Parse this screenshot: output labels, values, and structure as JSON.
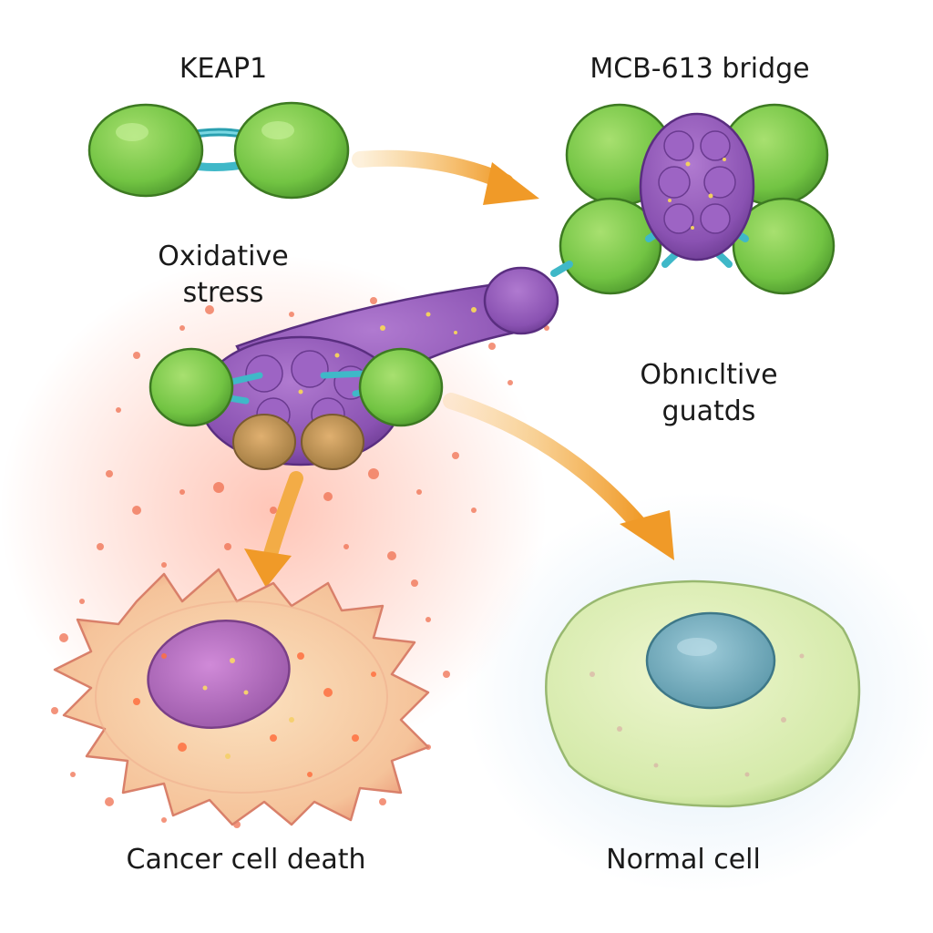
{
  "labels": {
    "keap1": "KEAP1",
    "bridge": "MCB-613 bridge",
    "stress_line1": "Oxidative",
    "stress_line2": "stress",
    "obj_line1": "Obnıcltive",
    "obj_line2": "guatds",
    "cancer": "Cancer cell death",
    "normal": "Normal cell"
  },
  "colors": {
    "keap1_green": "#7fcf4a",
    "bridge_purple": "#8e55b5",
    "linker_cyan": "#3fb8c8",
    "arrow_orange": "#f0a030",
    "stress_red": "#f06a50",
    "cancer_cell": "#f5c9a0",
    "cancer_nucleus": "#b068b8",
    "normal_cell": "#d8ecb0",
    "normal_nucleus": "#6aa8b8"
  }
}
